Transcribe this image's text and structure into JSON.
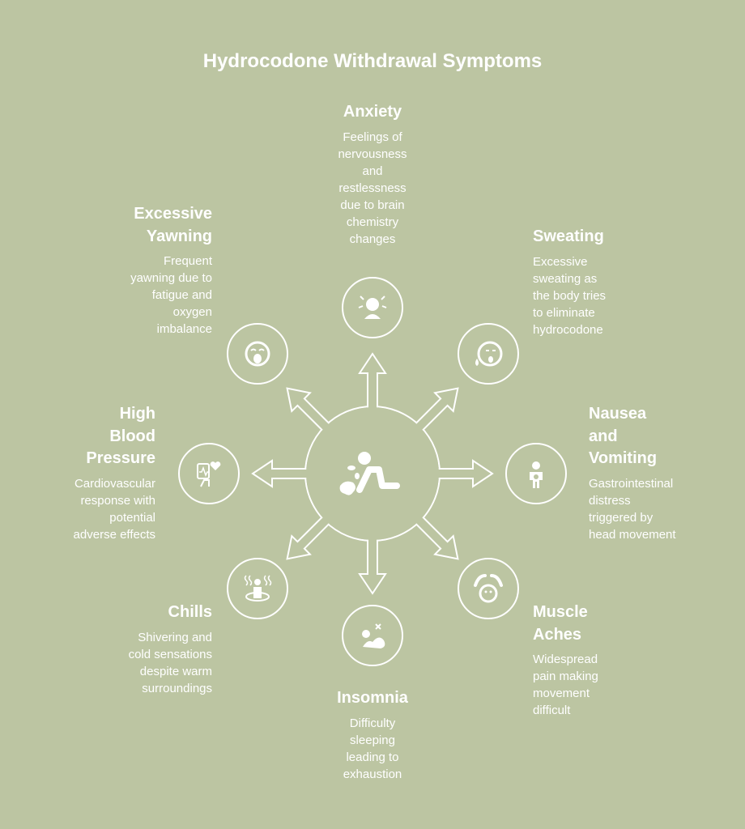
{
  "title": "Hydrocodone Withdrawal Symptoms",
  "center_icon": "vomiting-person-icon",
  "colors": {
    "background": "#bcc5a2",
    "foreground": "#ffffff"
  },
  "symptoms": [
    {
      "title": "Anxiety",
      "desc": "Feelings of\nnervousness\nand\nrestlessness\ndue to brain\nchemistry\nchanges",
      "icon": "anxious-person-icon"
    },
    {
      "title": "Sweating",
      "desc": "Excessive\nsweating as\nthe body tries\nto eliminate\nhydrocodone",
      "icon": "sweating-face-icon"
    },
    {
      "title": "Nausea\nand\nVomiting",
      "desc": "Gastrointestinal\ndistress\ntriggered by\nhead movement",
      "icon": "nauseous-person-icon"
    },
    {
      "title": "Muscle\nAches",
      "desc": "Widespread\npain making\nmovement\ndifficult",
      "icon": "pained-face-icon"
    },
    {
      "title": "Insomnia",
      "desc": "Difficulty\nsleeping\nleading to\nexhaustion",
      "icon": "sleepless-person-icon"
    },
    {
      "title": "Chills",
      "desc": "Shivering and\ncold sensations\ndespite warm\nsurroundings",
      "icon": "shivering-person-icon"
    },
    {
      "title": "High\nBlood\nPressure",
      "desc": "Cardiovascular\nresponse with\npotential\nadverse effects",
      "icon": "heart-monitor-icon"
    },
    {
      "title": "Excessive\nYawning",
      "desc": "Frequent\nyawning due to\nfatigue and\noxygen\nimbalance",
      "icon": "yawning-face-icon"
    }
  ]
}
